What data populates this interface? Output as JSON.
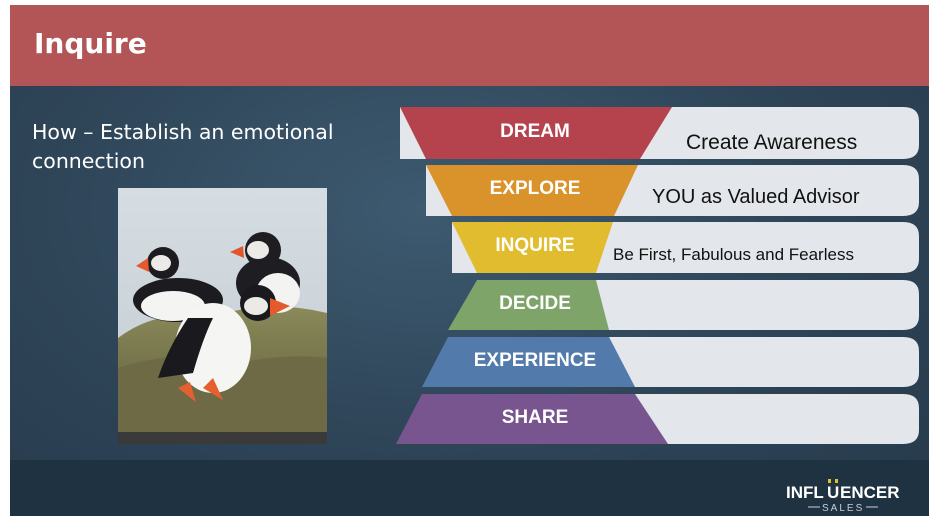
{
  "slide": {
    "title": "Inquire",
    "subtitle": "How – Establish an emotional connection"
  },
  "funnel": {
    "stages": [
      {
        "label": "DREAM",
        "color": "#b4434e",
        "description": "Create Awareness"
      },
      {
        "label": "EXPLORE",
        "color": "#d9932a",
        "description": "YOU as Valued Advisor"
      },
      {
        "label": "INQUIRE",
        "color": "#e2bc2f",
        "description": "Be First, Fabulous and Fearless"
      },
      {
        "label": "DECIDE",
        "color": "#7fa46a",
        "description": ""
      },
      {
        "label": "EXPERIENCE",
        "color": "#527bab",
        "description": ""
      },
      {
        "label": "SHARE",
        "color": "#79558f",
        "description": ""
      }
    ]
  },
  "photo": {
    "subject": "puffins on grassy cliff"
  },
  "logo": {
    "line1": "INFLUENCER",
    "line2": "SALES"
  },
  "colors": {
    "title_bar": "#b35556",
    "background": "#2f4658",
    "panel": "#e3e6ea"
  }
}
